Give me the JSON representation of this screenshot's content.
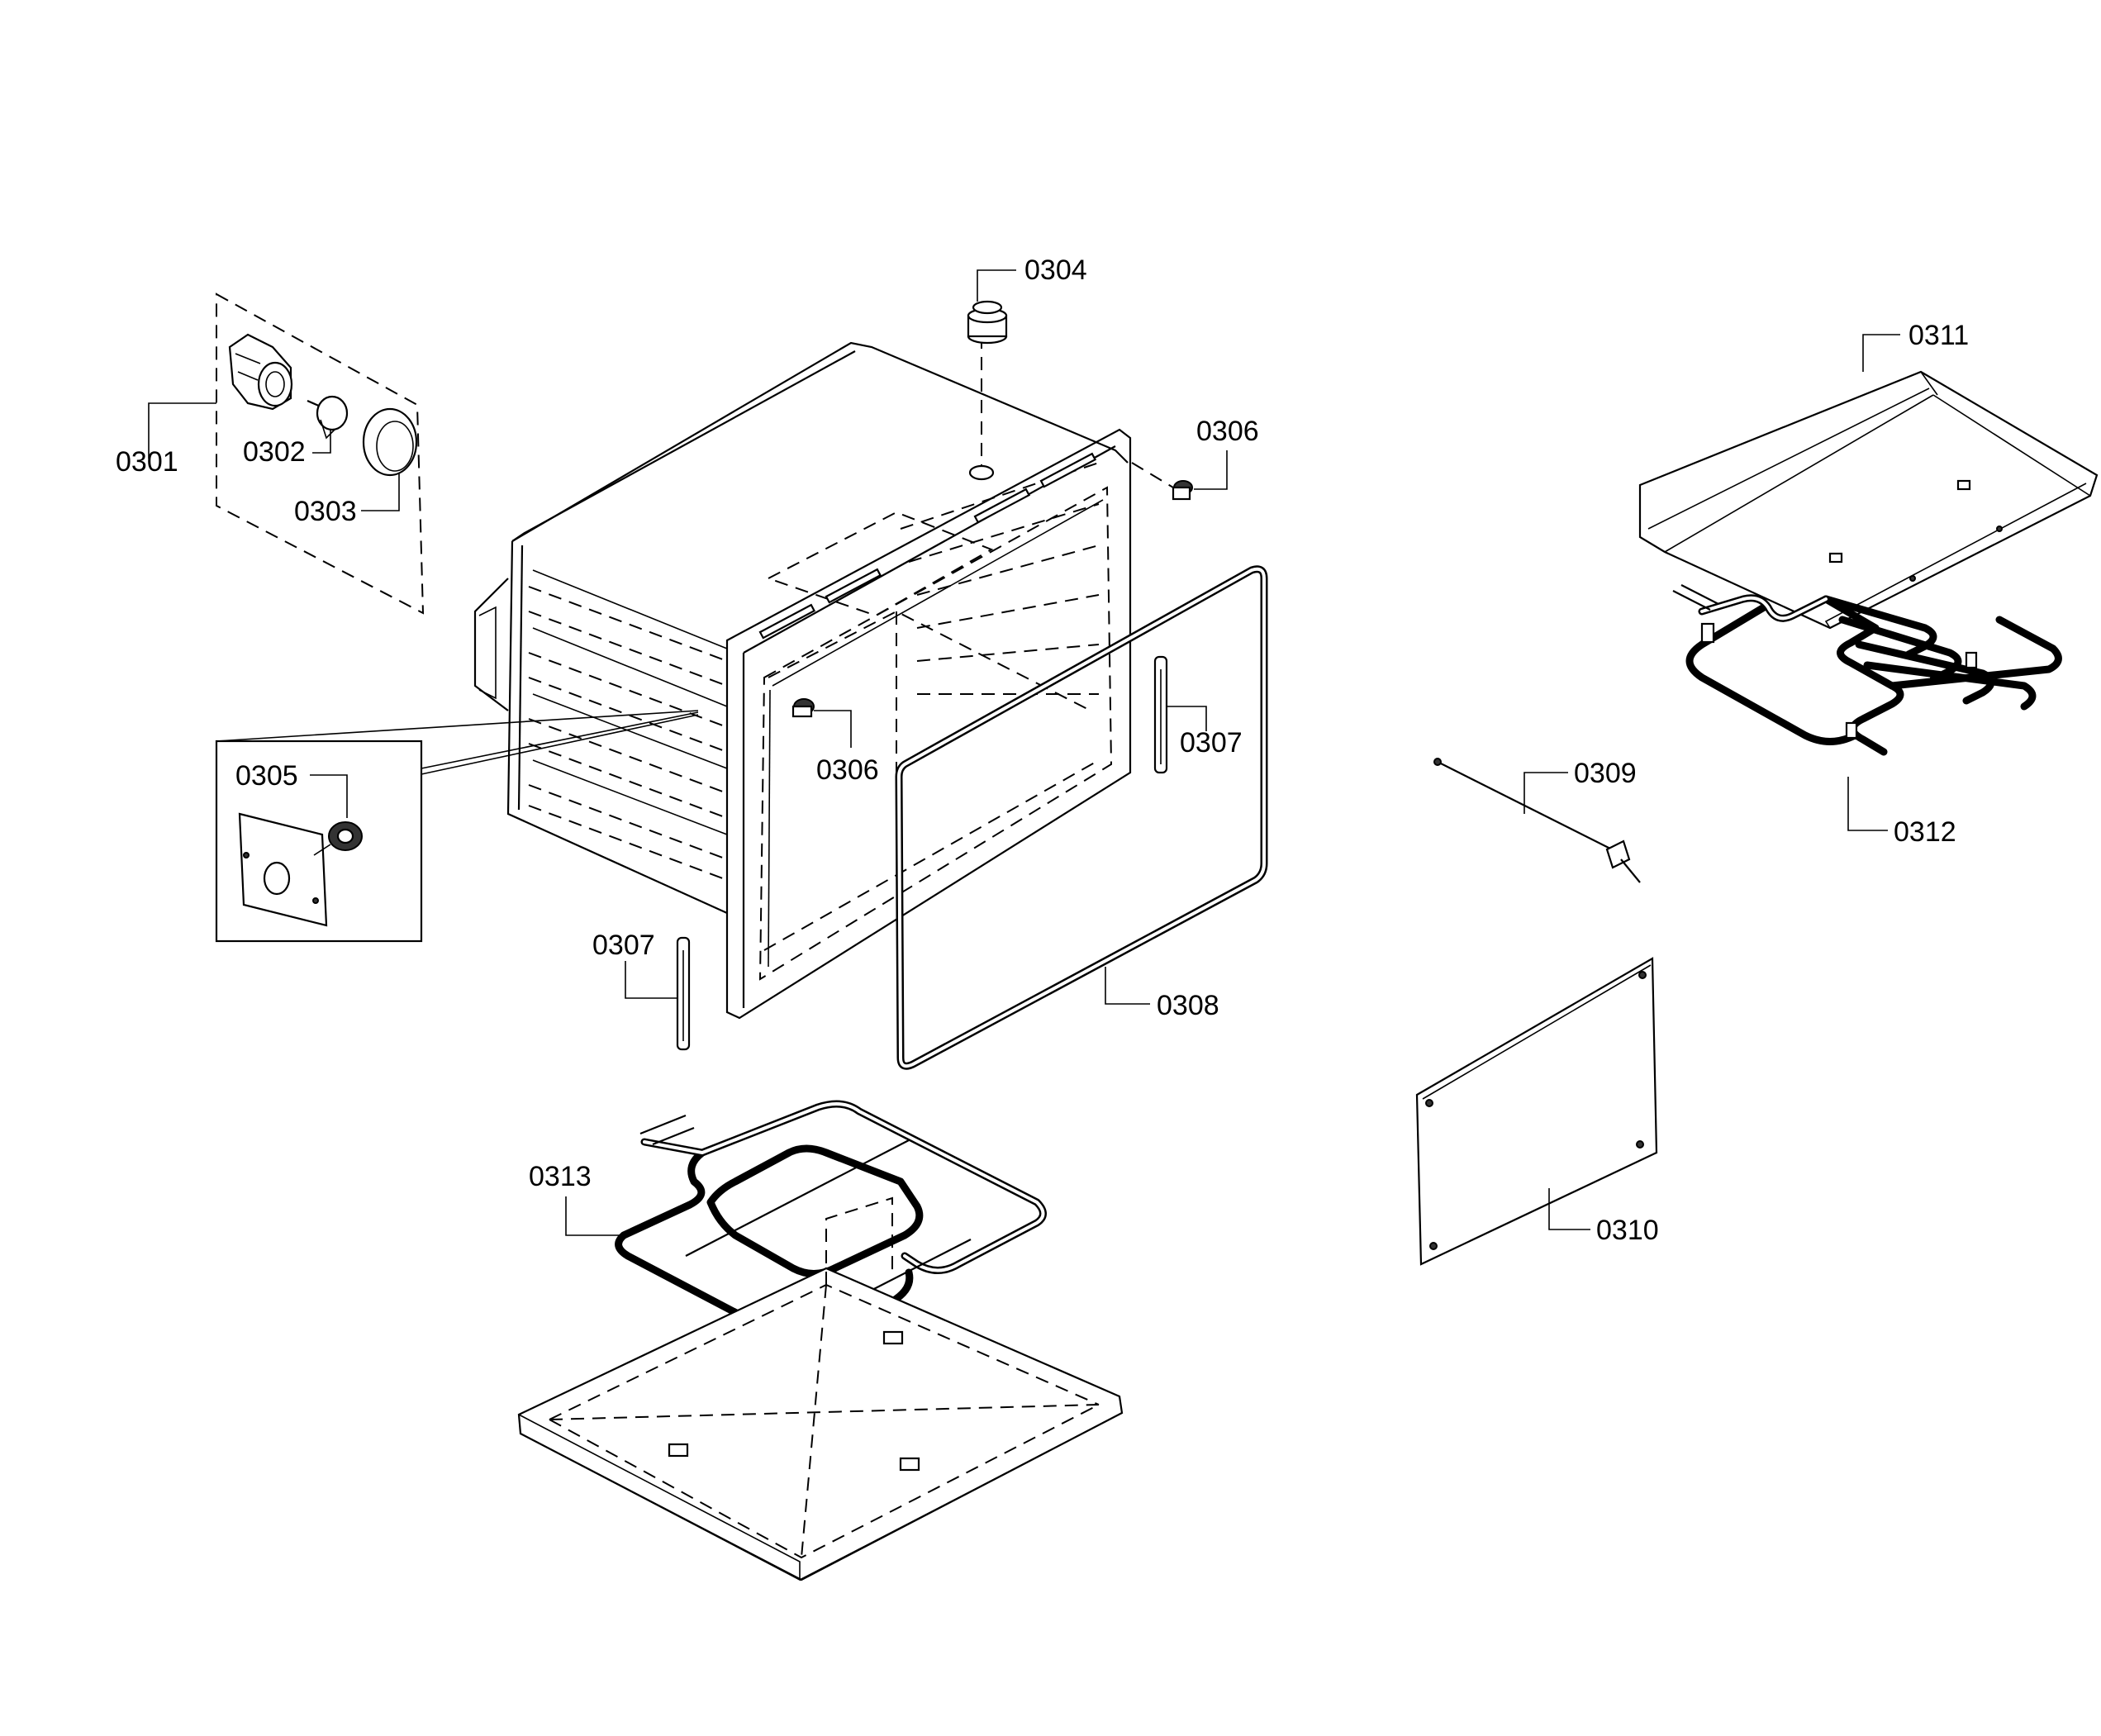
{
  "diagram": {
    "callouts": {
      "p0301": "0301",
      "p0302": "0302",
      "p0303": "0303",
      "p0304": "0304",
      "p0305": "0305",
      "p0306_top": "0306",
      "p0306_mid": "0306",
      "p0307_right": "0307",
      "p0307_left": "0307",
      "p0308": "0308",
      "p0309": "0309",
      "p0310": "0310",
      "p0311": "0311",
      "p0312": "0312",
      "p0313": "0313"
    }
  }
}
